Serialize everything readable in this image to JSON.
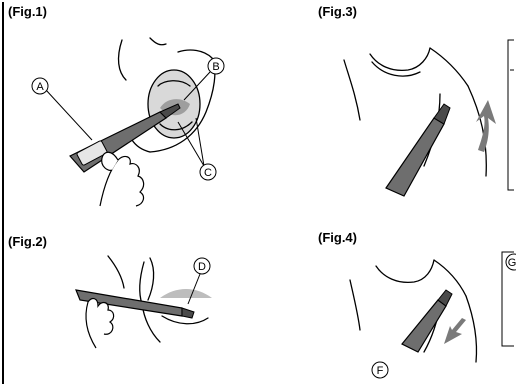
{
  "figures": [
    {
      "label": "(Fig.1)"
    },
    {
      "label": "(Fig.2)"
    },
    {
      "label": "(Fig.3)"
    },
    {
      "label": "(Fig.4)"
    }
  ],
  "callouts": {
    "a": "A",
    "b": "B",
    "c": "C",
    "d": "D",
    "f": "F",
    "g": "G"
  },
  "colors": {
    "ink": "#000000",
    "thermometer_body": "#6e6e6e",
    "shade": "#bdbdbd",
    "arrow": "#7a7a7a"
  }
}
